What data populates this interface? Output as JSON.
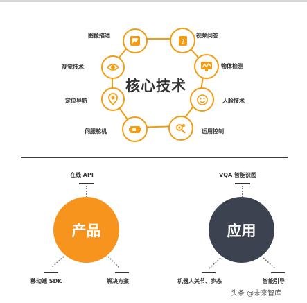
{
  "core_tech": {
    "title": "核心技术",
    "items": [
      {
        "label": "图像描述",
        "icon": "image-caption-icon"
      },
      {
        "label": "视频问答",
        "icon": "video-qa-icon"
      },
      {
        "label": "视觉技术",
        "icon": "vision-eye-icon"
      },
      {
        "label": "物体检测",
        "icon": "object-detection-icon"
      },
      {
        "label": "定位导航",
        "icon": "location-pin-icon"
      },
      {
        "label": "人脸技术",
        "icon": "face-icon"
      },
      {
        "label": "伺服舵机",
        "icon": "servo-motor-icon"
      },
      {
        "label": "运用控制",
        "icon": "motion-control-icon"
      }
    ],
    "accent_color": "#f39c12"
  },
  "product": {
    "label": "产品",
    "color": "#f7941d",
    "top_label": "在线 API",
    "bottom_left_label": "移动端 SDK",
    "bottom_right_label": "解决方案"
  },
  "application": {
    "label": "应用",
    "color": "#3d4250",
    "top_label": "VQA 智能识图",
    "bottom_left_label": "机器人关节、步态",
    "bottom_right_label": "智能引导"
  },
  "watermark": "头条 @未来智库"
}
